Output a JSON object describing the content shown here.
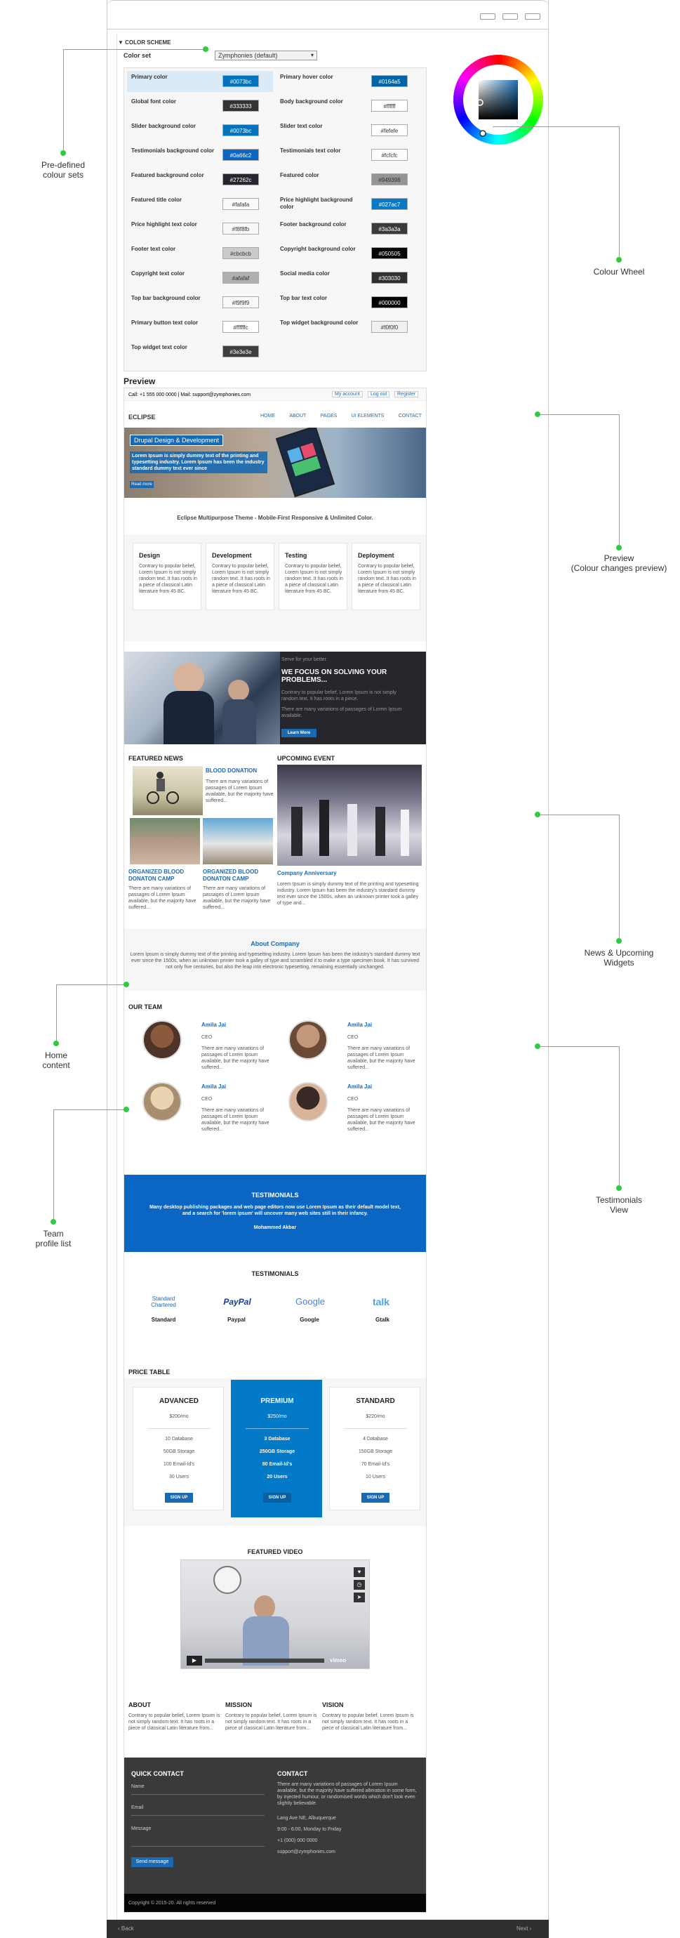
{
  "color_scheme": {
    "title": "▼ COLOR SCHEME",
    "color_set_label": "Color set",
    "color_set_value": "Zymphonies (default)",
    "left_rows": [
      {
        "label": "Primary color",
        "value": "#0073bc",
        "bg": "#0073bc",
        "fg": "#ffffff"
      },
      {
        "label": "Global font color",
        "value": "#333333",
        "bg": "#333333",
        "fg": "#ffffff"
      },
      {
        "label": "Slider background color",
        "value": "#0073bc",
        "bg": "#0073bc",
        "fg": "#ffffff"
      },
      {
        "label": "Testimonials background color",
        "value": "#0a66c2",
        "bg": "#0a66c2",
        "fg": "#ffffff"
      },
      {
        "label": "Featured background color",
        "value": "#27262c",
        "bg": "#27262c",
        "fg": "#ffffff"
      },
      {
        "label": "Featured title color",
        "value": "#fafafa",
        "bg": "#fafafa",
        "fg": "#333333"
      },
      {
        "label": "Price highlight text color",
        "value": "#f8f8fb",
        "bg": "#f8f8fb",
        "fg": "#333333"
      },
      {
        "label": "Footer text color",
        "value": "#cbcbcb",
        "bg": "#cbcbcb",
        "fg": "#333333"
      },
      {
        "label": "Copyright text color",
        "value": "#afafaf",
        "bg": "#afafaf",
        "fg": "#333333"
      },
      {
        "label": "Top bar background color",
        "value": "#f9f9f9",
        "bg": "#f9f9f9",
        "fg": "#333333"
      },
      {
        "label": "Primary button text color",
        "value": "#ffffffc",
        "bg": "#ffffff",
        "fg": "#333333"
      },
      {
        "label": "Top widget text color",
        "value": "#3e3e3e",
        "bg": "#3e3e3e",
        "fg": "#ffffff"
      }
    ],
    "right_rows": [
      {
        "label": "Primary hover color",
        "value": "#0164a5",
        "bg": "#0164a5",
        "fg": "#ffffff"
      },
      {
        "label": "Body background color",
        "value": "#ffffff",
        "bg": "#ffffff",
        "fg": "#333333"
      },
      {
        "label": "Slider text color",
        "value": "#fefefe",
        "bg": "#fefefe",
        "fg": "#333333"
      },
      {
        "label": "Testimonials text color",
        "value": "#fcfcfc",
        "bg": "#fcfcfc",
        "fg": "#333333"
      },
      {
        "label": "Featured color",
        "value": "#949398",
        "bg": "#949398",
        "fg": "#333333"
      },
      {
        "label": "Price highlight background color",
        "value": "#027ac7",
        "bg": "#027ac7",
        "fg": "#ffffff"
      },
      {
        "label": "Footer background color",
        "value": "#3a3a3a",
        "bg": "#3a3a3a",
        "fg": "#ffffff"
      },
      {
        "label": "Copyright background color",
        "value": "#050505",
        "bg": "#050505",
        "fg": "#ffffff"
      },
      {
        "label": "Social media color",
        "value": "#303030",
        "bg": "#303030",
        "fg": "#ffffff"
      },
      {
        "label": "Top bar text color",
        "value": "#000000",
        "bg": "#000000",
        "fg": "#ffffff"
      },
      {
        "label": "Top widget background color",
        "value": "#f0f0f0",
        "bg": "#f0f0f0",
        "fg": "#333333"
      }
    ]
  },
  "preview": {
    "title": "Preview",
    "topbar": {
      "contact": "Call: +1 555 000 0000  |  Mail: support@zymphonies.com",
      "my_account": "My account",
      "logout": "Log out",
      "register": "Register"
    },
    "header": {
      "logo": "ECLIPSE",
      "nav": [
        "HOME",
        "ABOUT",
        "PAGES",
        "UI ELEMENTS",
        "CONTACT"
      ]
    },
    "slider": {
      "heading": "Drupal Design & Development",
      "text": "Lorem Ipsum is simply dummy text of the printing and typesetting industry. Lorem Ipsum has been the industry standard dummy text ever since",
      "button": "Read more"
    },
    "tagline": "Eclipse Multipurpose Theme - Mobile-First Responsive & Unlimited Color.",
    "services": [
      {
        "title": "Design",
        "text": "Contrary to popular belief, Lorem Ipsum is not simply random text. It has roots in a piece of classical Latin literature from 45 BC."
      },
      {
        "title": "Development",
        "text": "Contrary to popular belief, Lorem Ipsum is not simply random text. It has roots in a piece of classical Latin literature from 45 BC."
      },
      {
        "title": "Testing",
        "text": "Contrary to popular belief, Lorem Ipsum is not simply random text. It has roots in a piece of classical Latin literature from 45 BC."
      },
      {
        "title": "Deployment",
        "text": "Contrary to popular belief, Lorem Ipsum is not simply random text. It has roots in a piece of classical Latin literature from 45 BC."
      }
    ],
    "featured": {
      "kicker": "Serve for your better.",
      "heading": "WE FOCUS ON SOLVING YOUR PROBLEMS...",
      "text1": "Contrary to popular belief, Lorem Ipsum is not simply random text. It has roots in a piece.",
      "text2": "There are many variations of passages of Lorem Ipsum available.",
      "button": "Learn More"
    },
    "news": {
      "heading": "FEATURED NEWS",
      "item1_title": "BLOOD DONATION",
      "item1_text": "There are many variations of passages of Lorem Ipsum available, but the majority have suffered...",
      "item2_title": "ORGANIZED BLOOD DONATON CAMP",
      "item2_text": "There are many variations of passages of Lorem Ipsum available, but the majority have suffered...",
      "item3_title": "ORGANIZED BLOOD DONATON CAMP",
      "item3_text": "There are many variations of passages of Lorem Ipsum available, but the majority have suffered..."
    },
    "event": {
      "heading": "UPCOMING EVENT",
      "title": "Company Anniversary",
      "text": "Lorem Ipsum is simply dummy text of the printing and typesetting industry. Lorem Ipsum has been the industry's standard dummy text ever since the 1500s, when an unknown printer took a galley of type and..."
    },
    "about": {
      "heading": "About Company",
      "text": "Lorem Ipsum is simply dummy text of the printing and typesetting industry. Lorem Ipsum has been the industry's standard dummy text ever since the 1500s, when an unknown printer took a galley of type and scrambled it to make a type specimen book. It has survived not only five centuries, but also the leap into electronic typesetting, remaining essentially unchanged."
    },
    "team": {
      "heading": "OUR TEAM",
      "members": [
        {
          "name": "Amila Jai",
          "role": "CEO",
          "text": "There are many variations of passages of Lorem Ipsum available, but the majority have suffered..."
        },
        {
          "name": "Amila Jai",
          "role": "CEO",
          "text": "There are many variations of passages of Lorem Ipsum available, but the majority have suffered..."
        },
        {
          "name": "Amila Jai",
          "role": "CEO",
          "text": "There are many variations of passages of Lorem Ipsum available, but the majority have suffered..."
        },
        {
          "name": "Amila Jai",
          "role": "CEO",
          "text": "There are many variations of passages of Lorem Ipsum available, but the majority have suffered..."
        }
      ]
    },
    "testimonial_band": {
      "heading": "TESTIMONIALS",
      "text": "Many desktop publishing packages and web page editors now use Lorem Ipsum as their default model text, and a search for 'lorem ipsum' will uncover many web sites still in their infancy.",
      "author": "Mohammed Akbar"
    },
    "clients": {
      "heading": "TESTIMONIALS",
      "items": [
        "Standard",
        "Paypal",
        "Google",
        "Gtalk"
      ],
      "logo_standard": "Standard Chartered",
      "logo_paypal": "PayPal",
      "logo_google": "Google",
      "logo_talk": "talk"
    },
    "pricing": {
      "heading": "PRICE TABLE",
      "plans": [
        {
          "name": "ADVANCED",
          "price": "$200/mo",
          "features": [
            "10 Database",
            "50GB Storage",
            "100 Email-Id's",
            "30 Users"
          ],
          "button": "SIGN UP"
        },
        {
          "name": "PREMIUM",
          "price": "$250/mo",
          "features": [
            "3 Database",
            "250GB Storage",
            "80 Email-Id's",
            "20 Users"
          ],
          "button": "SIGN UP"
        },
        {
          "name": "STANDARD",
          "price": "$220/mo",
          "features": [
            "4 Database",
            "150GB Storage",
            "70 Email-Id's",
            "10 Users"
          ],
          "button": "SIGN UP"
        }
      ]
    },
    "video": {
      "heading": "FEATURED VIDEO",
      "brand": "vimeo"
    },
    "columns": [
      {
        "title": "ABOUT",
        "text": "Contrary to popular belief, Lorem Ipsum is not simply random text. It has roots in a piece of classical Latin literature from..."
      },
      {
        "title": "MISSION",
        "text": "Contrary to popular belief, Lorem Ipsum is not simply random text. It has roots in a piece of classical Latin literature from..."
      },
      {
        "title": "VISION",
        "text": "Contrary to popular belief, Lorem Ipsum is not simply random text. It has roots in a piece of classical Latin literature from..."
      }
    ],
    "footer": {
      "quick_contact": "QUICK CONTACT",
      "name_label": "Name",
      "email_label": "Email",
      "message_label": "Message",
      "send_button": "Send message",
      "contact_heading": "CONTACT",
      "contact_text": "There are many variations of passages of Lorem Ipsum available, but the majority have suffered alteration in some form, by injected humour, or randomised words which don't look even slightly believable.",
      "address": "Lang Ave NE, Albuquerque",
      "hours": "9:00 - 6:00, Monday to Friday",
      "phone": "+1 (000) 000 0000",
      "email": "support@zymphonies.com",
      "copyright": "Copyright © 2015-20. All rights reserved"
    }
  },
  "bottom_nav": {
    "back": "‹  Back",
    "next": "Next  ›"
  },
  "annotations": {
    "predefined": "Pre-defined\ncolour sets",
    "wheel": "Colour Wheel",
    "preview": "Preview\n(Colour changes preview)",
    "news": "News & Upcoming\nWidgets",
    "home": "Home\ncontent",
    "testimonials": "Testimonials\nView",
    "team": "Team\nprofile list"
  }
}
